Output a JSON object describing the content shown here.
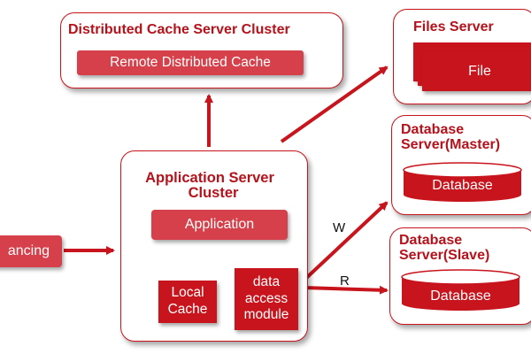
{
  "cache_cluster": {
    "title": "Distributed Cache Server Cluster",
    "remote_cache": "Remote Distributed Cache"
  },
  "files_server": {
    "title": "Files Server",
    "file": "File"
  },
  "db_master": {
    "title_line1": "Database",
    "title_line2": "Server(Master)",
    "db": "Database"
  },
  "db_slave": {
    "title_line1": "Database",
    "title_line2": "Server(Slave)",
    "db": "Database"
  },
  "app_cluster": {
    "title_line1": "Application Server",
    "title_line2": "Cluster",
    "application": "Application",
    "local_cache_line1": "Local",
    "local_cache_line2": "Cache",
    "dam_line1": "data",
    "dam_line2": "access",
    "dam_line3": "module"
  },
  "load_balancing": {
    "label": "ancing"
  },
  "edge_labels": {
    "write": "W",
    "read": "R"
  },
  "colors": {
    "accent": "#c8141c",
    "pink": "#d6404a",
    "title": "#b5121b"
  }
}
